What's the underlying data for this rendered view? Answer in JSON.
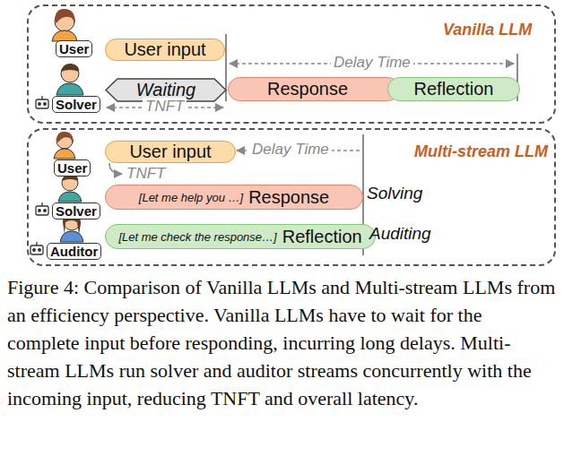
{
  "diagram": {
    "caption": "Figure 4: Comparison of Vanilla LLMs and Multi-stream LLMs from an efficiency perspective. Vanilla LLMs have to wait for the complete input before responding, incurring long delays. Multi-stream LLMs run solver and auditor streams concurrently with the incoming input, reducing TNFT and overall latency.",
    "nodes": [
      {
        "text": [
          "Vanilla LLM"
        ]
      },
      {
        "text": [
          "User input"
        ],
        "in": 0
      },
      {
        "text": [
          "Waiting"
        ],
        "in": 0
      },
      {
        "text": [
          "Response"
        ],
        "in": 0
      },
      {
        "text": [
          "Reflection"
        ],
        "in": 0
      },
      {
        "text": [
          "Multi-stream LLM"
        ]
      },
      {
        "text": [
          "User input"
        ],
        "in": 5
      },
      {
        "text": [
          "[Let me help you …]",
          "Response"
        ],
        "in": 5
      },
      {
        "text": [
          "[Let me check the response…]",
          "Reflection"
        ],
        "in": 5
      }
    ],
    "labels": [
      "User",
      "Delay Time",
      "Solver",
      "TNFT",
      "User",
      "Delay Time",
      "TNFT",
      "Solver",
      "Solving",
      "Auditor",
      "Auditing"
    ]
  }
}
